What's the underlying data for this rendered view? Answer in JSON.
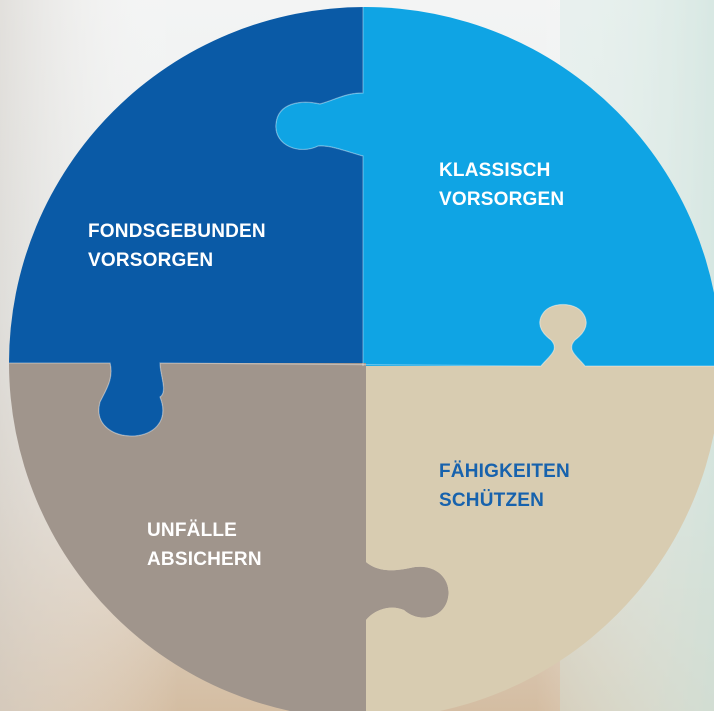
{
  "diagram": {
    "pieces": [
      {
        "id": "fondsgebunden",
        "lines": [
          "FONDSGEBUNDEN",
          "VORSORGEN"
        ],
        "color": "#0a5aa6",
        "text_color": "#ffffff"
      },
      {
        "id": "klassisch",
        "lines": [
          "KLASSISCH",
          "VORSORGEN"
        ],
        "color": "#0fa4e4",
        "text_color": "#ffffff"
      },
      {
        "id": "unfaelle",
        "lines": [
          "UNFÄLLE",
          "ABSICHERN"
        ],
        "color": "#a0958c",
        "text_color": "#ffffff"
      },
      {
        "id": "faehigkeiten",
        "lines": [
          "FÄHIGKEITEN",
          "SCHÜTZEN"
        ],
        "color": "#d8ccb1",
        "text_color": "#1762ad"
      }
    ]
  },
  "colors": {
    "background_light": "#eef1f2",
    "background_wood": "#d9c3a8"
  }
}
